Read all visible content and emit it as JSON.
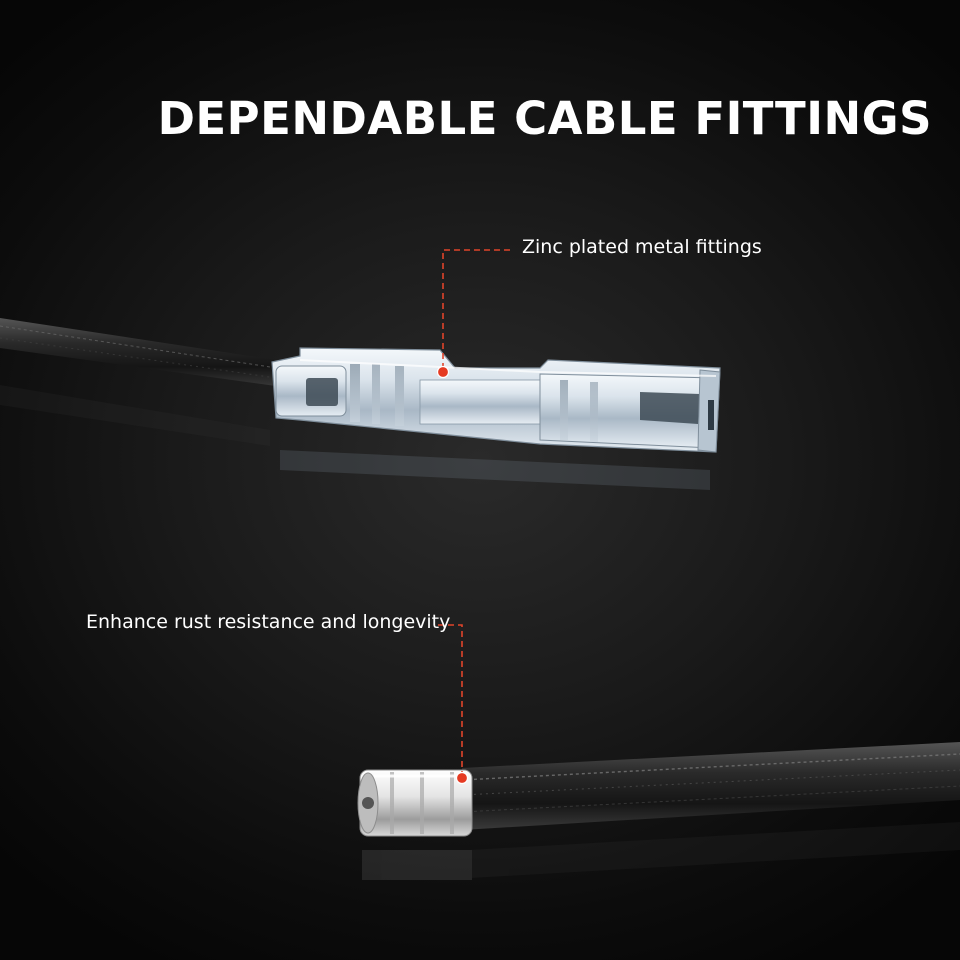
{
  "headline": "DEPENDABLE CABLE FITTINGS",
  "callouts": [
    {
      "label": "Zinc plated metal fittings"
    },
    {
      "label": "Enhance rust resistance and longevity"
    }
  ],
  "colors": {
    "background": "#111111",
    "headline_text": "#ffffff",
    "callout_text": "#ffffff",
    "callout_line": "#e0442a",
    "callout_dot": "#e53a22",
    "metal": "#c9d3dc",
    "cable": "#1c1c1c"
  }
}
